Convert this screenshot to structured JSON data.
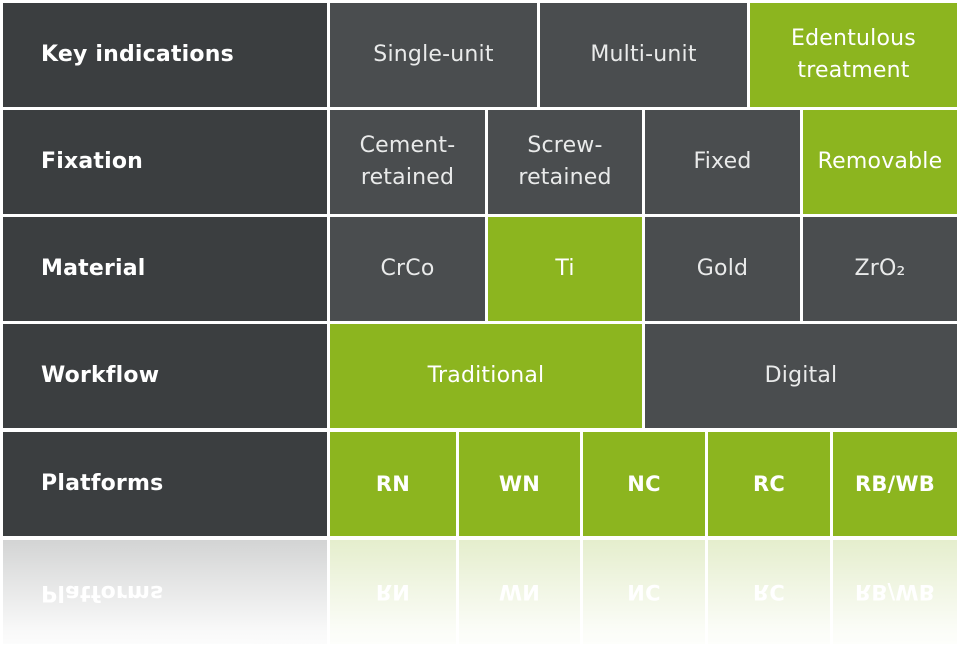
{
  "rows": [
    {
      "label": "Key indications",
      "options": [
        {
          "text": "Single-unit",
          "color": "#4a4d4f"
        },
        {
          "text": "Multi-unit",
          "color": "#4a4d4f"
        },
        {
          "text": "Edentulous\ntreatment",
          "color": "#8cb51f"
        }
      ]
    },
    {
      "label": "Fixation",
      "options": [
        {
          "text": "Cement-\nretained",
          "color": "#4a4d4f"
        },
        {
          "text": "Screw-\nretained",
          "color": "#4a4d4f"
        },
        {
          "text": "Fixed",
          "color": "#4a4d4f"
        },
        {
          "text": "Removable",
          "color": "#8cb51f"
        }
      ]
    },
    {
      "label": "Material",
      "options": [
        {
          "text": "CrCo",
          "color": "#4a4d4f"
        },
        {
          "text": "Ti",
          "color": "#8cb51f"
        },
        {
          "text": "Gold",
          "color": "#4a4d4f"
        },
        {
          "text": "ZrO₂",
          "color": "#4a4d4f"
        }
      ]
    },
    {
      "label": "Workflow",
      "options": [
        {
          "text": "Traditional",
          "color": "#8cb51f"
        },
        {
          "text": "Digital",
          "color": "#4a4d4f"
        }
      ]
    },
    {
      "label": "Platforms",
      "options": [
        {
          "text": "RN",
          "color": "#8cb51f"
        },
        {
          "text": "WN",
          "color": "#8cb51f"
        },
        {
          "text": "NC",
          "color": "#8cb51f"
        },
        {
          "text": "RC",
          "color": "#8cb51f"
        },
        {
          "text": "RB/WB",
          "color": "#8cb51f"
        }
      ]
    }
  ]
}
